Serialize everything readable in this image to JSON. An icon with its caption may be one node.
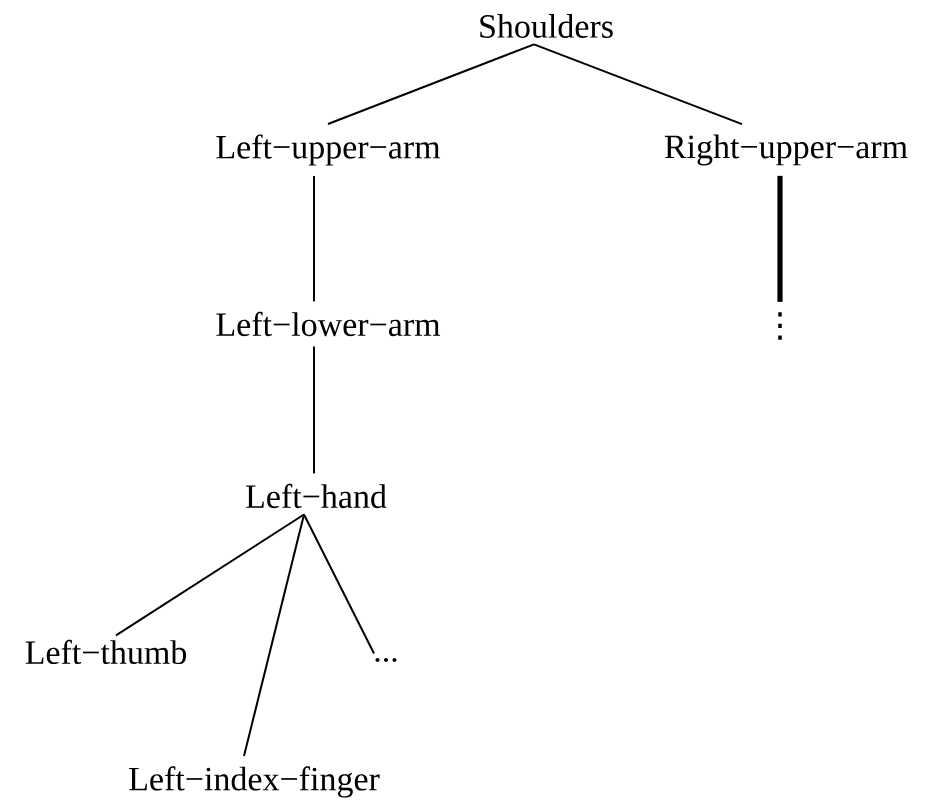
{
  "diagram": {
    "nodes": [
      {
        "text": [
          "Shoulders"
        ]
      },
      {
        "text": [
          "Left−upper−arm"
        ]
      },
      {
        "text": [
          "Right−upper−arm"
        ]
      },
      {
        "text": [
          "Left−lower−arm"
        ]
      },
      {
        "text": [
          "⋮"
        ]
      },
      {
        "text": [
          "Left−hand"
        ]
      },
      {
        "text": [
          "Left−thumb"
        ]
      },
      {
        "text": [
          "Left−index−finger"
        ]
      },
      {
        "text": [
          "..."
        ]
      }
    ],
    "edges": [
      {
        "from": 0,
        "to": 1,
        "arrow": "none"
      },
      {
        "from": 0,
        "to": 2,
        "arrow": "none"
      },
      {
        "from": 1,
        "to": 3,
        "arrow": "none"
      },
      {
        "from": 2,
        "to": 4,
        "arrow": "none",
        "style": "thick"
      },
      {
        "from": 3,
        "to": 5,
        "arrow": "none"
      },
      {
        "from": 5,
        "to": 6,
        "arrow": "none"
      },
      {
        "from": 5,
        "to": 7,
        "arrow": "none"
      },
      {
        "from": 5,
        "to": 8,
        "arrow": "none"
      }
    ]
  }
}
